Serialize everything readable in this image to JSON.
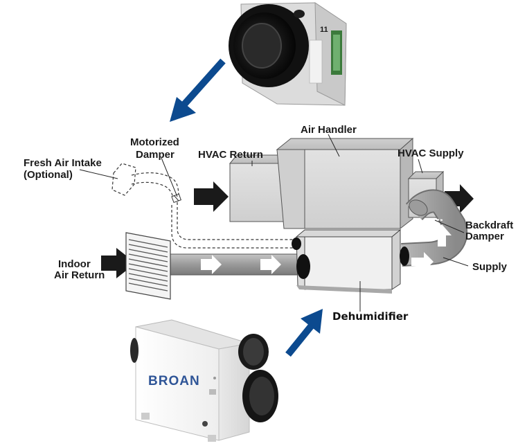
{
  "labels": {
    "motorized_damper_line1": "Motorized",
    "motorized_damper_line2": "Damper",
    "fresh_air_line1": "Fresh Air Intake",
    "fresh_air_line2": "(Optional)",
    "hvac_return": "HVAC Return",
    "air_handler": "Air Handler",
    "hvac_supply": "HVAC Supply",
    "backdraft_line1": "Backdraft",
    "backdraft_line2": "Damper",
    "indoor_line1": "Indoor",
    "indoor_line2": "Air Return",
    "supply": "Supply",
    "dehumidifier": "Dehumidifier"
  },
  "brand": "BROAN",
  "damper_badge": "11",
  "colors": {
    "callout_arrow": "#0c4a8f",
    "flow_arrow": "#1a1a1a",
    "duct_gray": "#a3a3a3",
    "box_face": "#d6d6d6"
  }
}
